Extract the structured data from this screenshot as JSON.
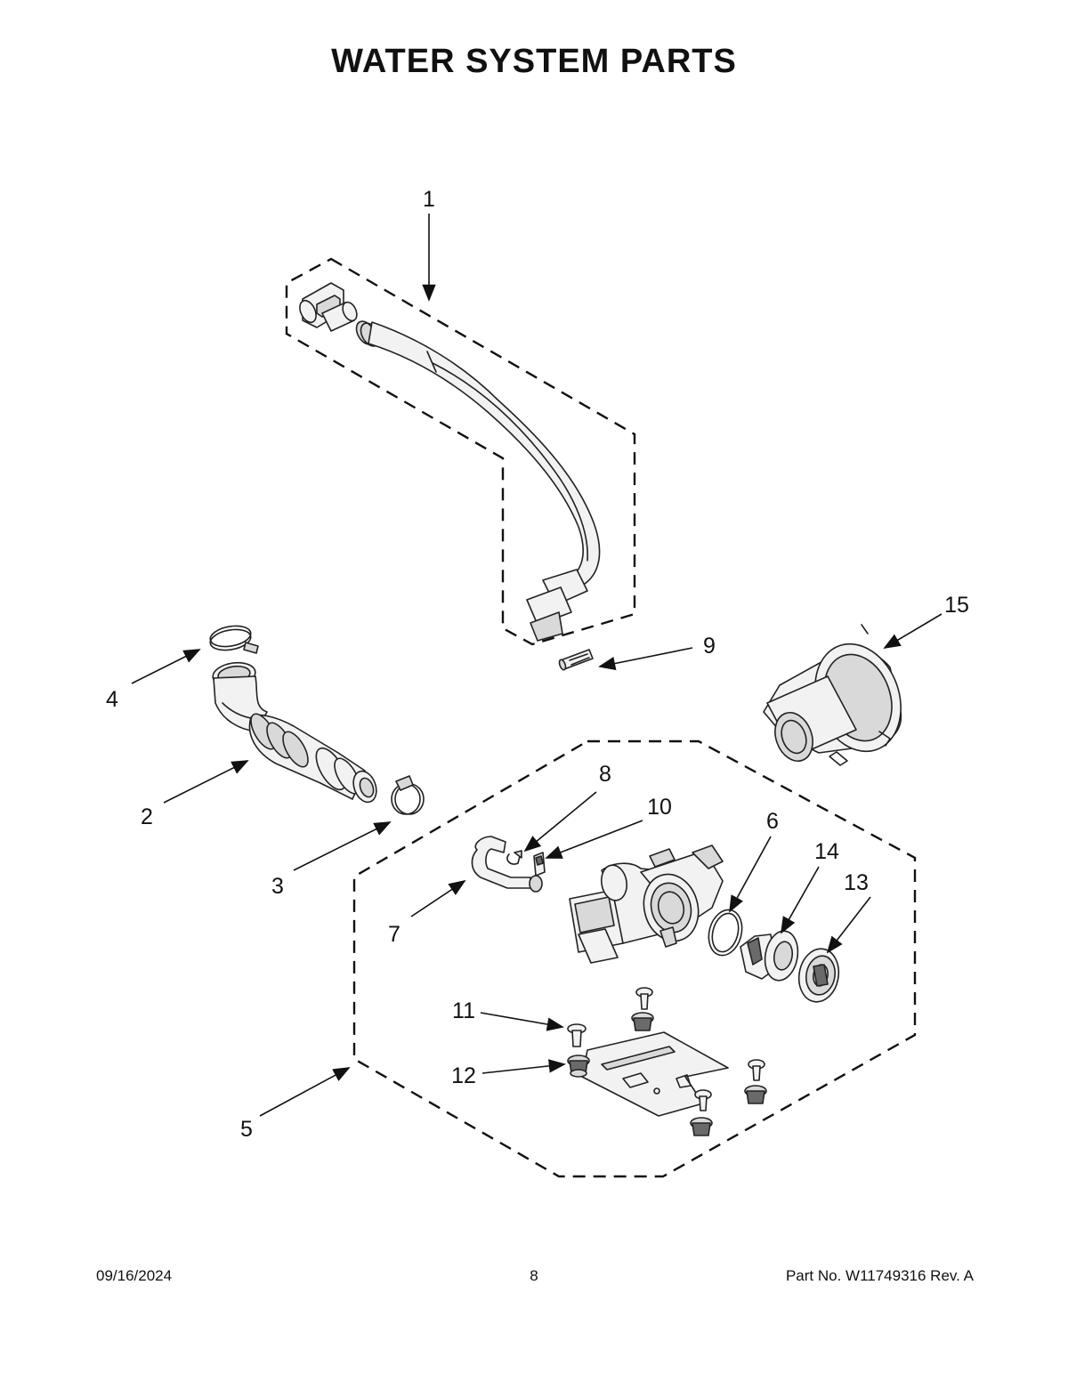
{
  "title": "WATER SYSTEM PARTS",
  "callouts": [
    "1",
    "2",
    "3",
    "4",
    "5",
    "6",
    "7",
    "8",
    "9",
    "10",
    "11",
    "12",
    "13",
    "14",
    "15"
  ],
  "footer": {
    "date": "09/16/2024",
    "page": "8",
    "part_no": "Part No.  W11749316  Rev.  A"
  }
}
